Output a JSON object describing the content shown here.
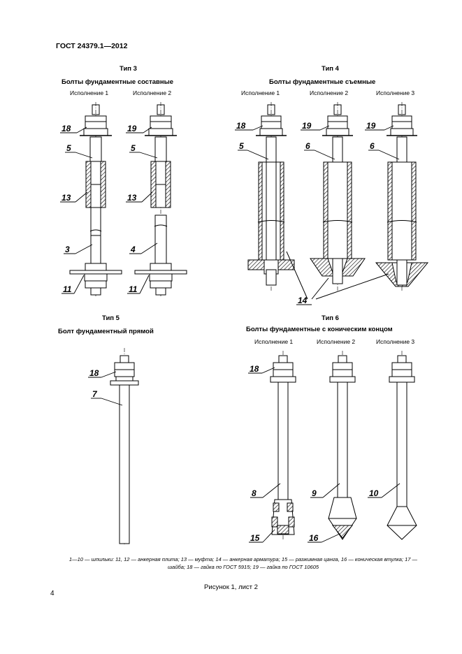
{
  "header": {
    "standard": "ГОСТ 24379.1—2012"
  },
  "type3": {
    "title": "Тип 3",
    "subtitle": "Болты фундаментные составные",
    "variants": [
      "Исполнение 1",
      "Исполнение 2"
    ]
  },
  "type4": {
    "title": "Тип 4",
    "subtitle": "Болты фундаментные съемные",
    "variants": [
      "Исполнение 1",
      "Исполнение 2",
      "Исполнение 3"
    ]
  },
  "type5": {
    "title": "Тип 5",
    "subtitle": "Болт фундаментный прямой"
  },
  "type6": {
    "title": "Тип 6",
    "subtitle": "Болты фундаментные с коническим концом",
    "variants": [
      "Исполнение 1",
      "Исполнение 2",
      "Исполнение 3"
    ]
  },
  "labels": {
    "t3": [
      "18",
      "19",
      "5",
      "5",
      "13",
      "13",
      "3",
      "4",
      "11",
      "11"
    ],
    "t4": [
      "18",
      "19",
      "19",
      "5",
      "6",
      "6",
      "14"
    ],
    "t5": [
      "18",
      "7"
    ],
    "t6": [
      "18",
      "8",
      "9",
      "10",
      "15",
      "16"
    ]
  },
  "legend": "1—10 — шпильки: 11, 12 — анкерная плита; 13 — муфта; 14 — анкерная арматура; 15 — разжимная цанга, 16 — коническая втулка; 17 — шайба; 18 — гайка по ГОСТ 5915; 19 — гайка по ГОСТ 10605",
  "figure_caption": "Рисунок 1, лист 2",
  "page_number": "4"
}
